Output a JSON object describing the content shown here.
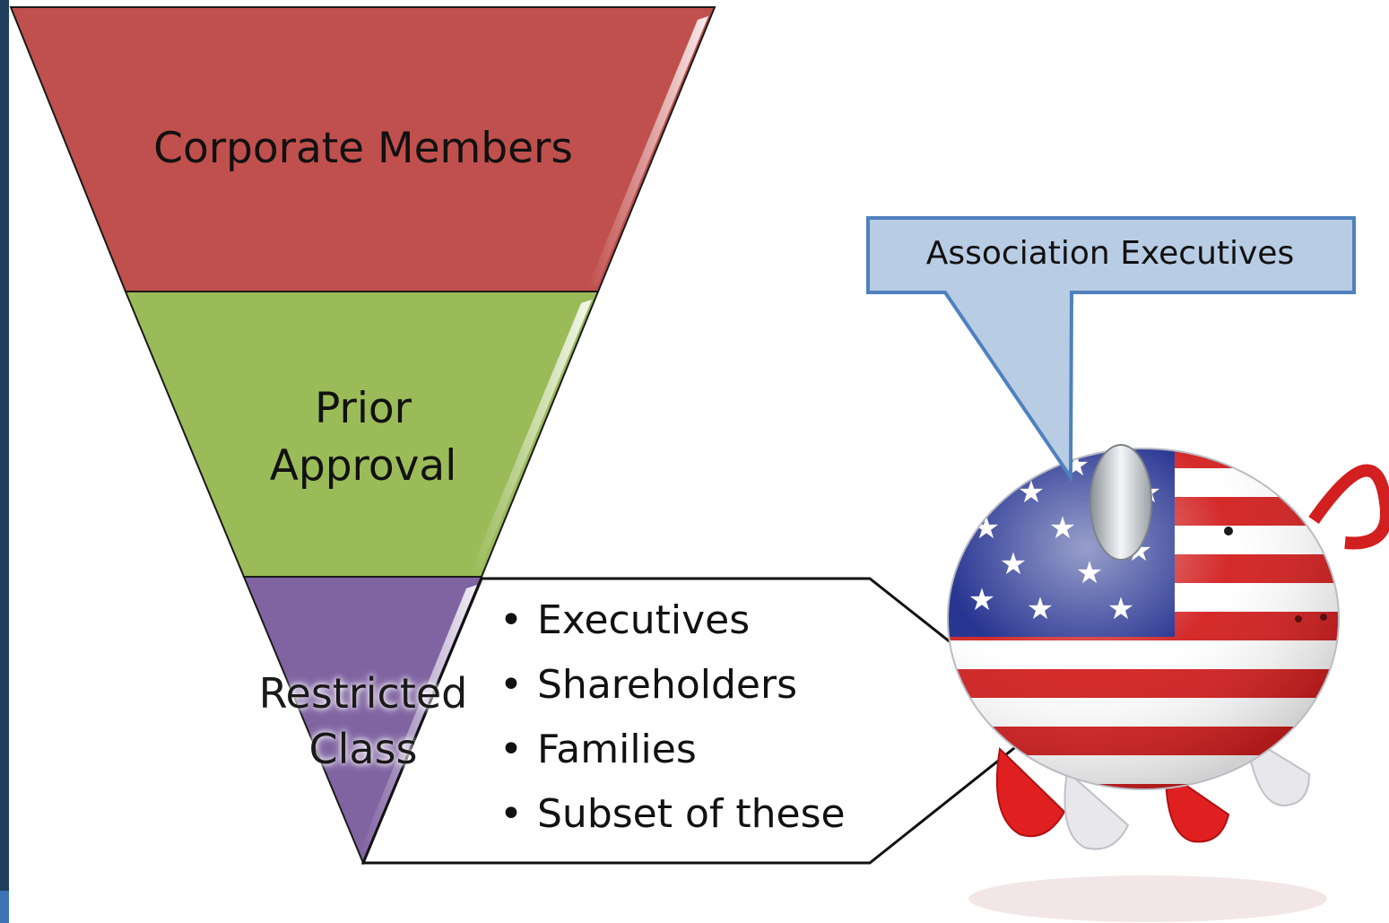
{
  "funnel": {
    "top_label": "Corporate Members",
    "middle_label": [
      "Prior",
      "Approval"
    ],
    "bottom_label": [
      "Restricted",
      "Class"
    ],
    "colors": {
      "top": "#c0504d",
      "middle": "#9bbb59",
      "bottom": "#8064a2"
    }
  },
  "class_list": {
    "items": [
      "Executives",
      "Shareholders",
      "Families",
      "Subset of these"
    ]
  },
  "callout": {
    "label": "Association Executives",
    "color": "#b8cce4",
    "border": "#4f81bd"
  },
  "illustration": {
    "icon": "piggy-bank-icon",
    "theme": "stars-and-stripes"
  }
}
